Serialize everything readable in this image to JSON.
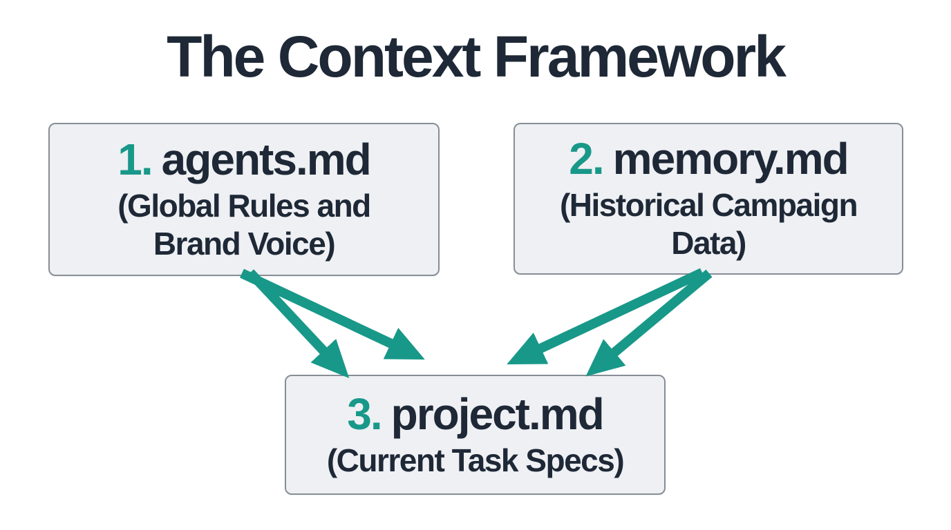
{
  "title": "The Context Framework",
  "colors": {
    "accent_teal": "#189889",
    "text_dark": "#1e2836",
    "box_bg": "#eef0f3",
    "box_border": "#878e96",
    "page_bg": "#ffffff"
  },
  "boxes": [
    {
      "id": "agents",
      "number": "1.",
      "filename": "agents.md",
      "subtitle_lines": [
        "(Global Rules and",
        "Brand Voice)"
      ]
    },
    {
      "id": "memory",
      "number": "2.",
      "filename": "memory.md",
      "subtitle_lines": [
        "(Historical Campaign",
        "Data)"
      ]
    },
    {
      "id": "project",
      "number": "3.",
      "filename": "project.md",
      "subtitle_lines": [
        "(Current Task Specs)"
      ]
    }
  ],
  "connections": [
    {
      "from": "agents.md",
      "to": "project.md",
      "arrow_count": 2,
      "direction": "down"
    },
    {
      "from": "memory.md",
      "to": "project.md",
      "arrow_count": 2,
      "direction": "down"
    }
  ]
}
